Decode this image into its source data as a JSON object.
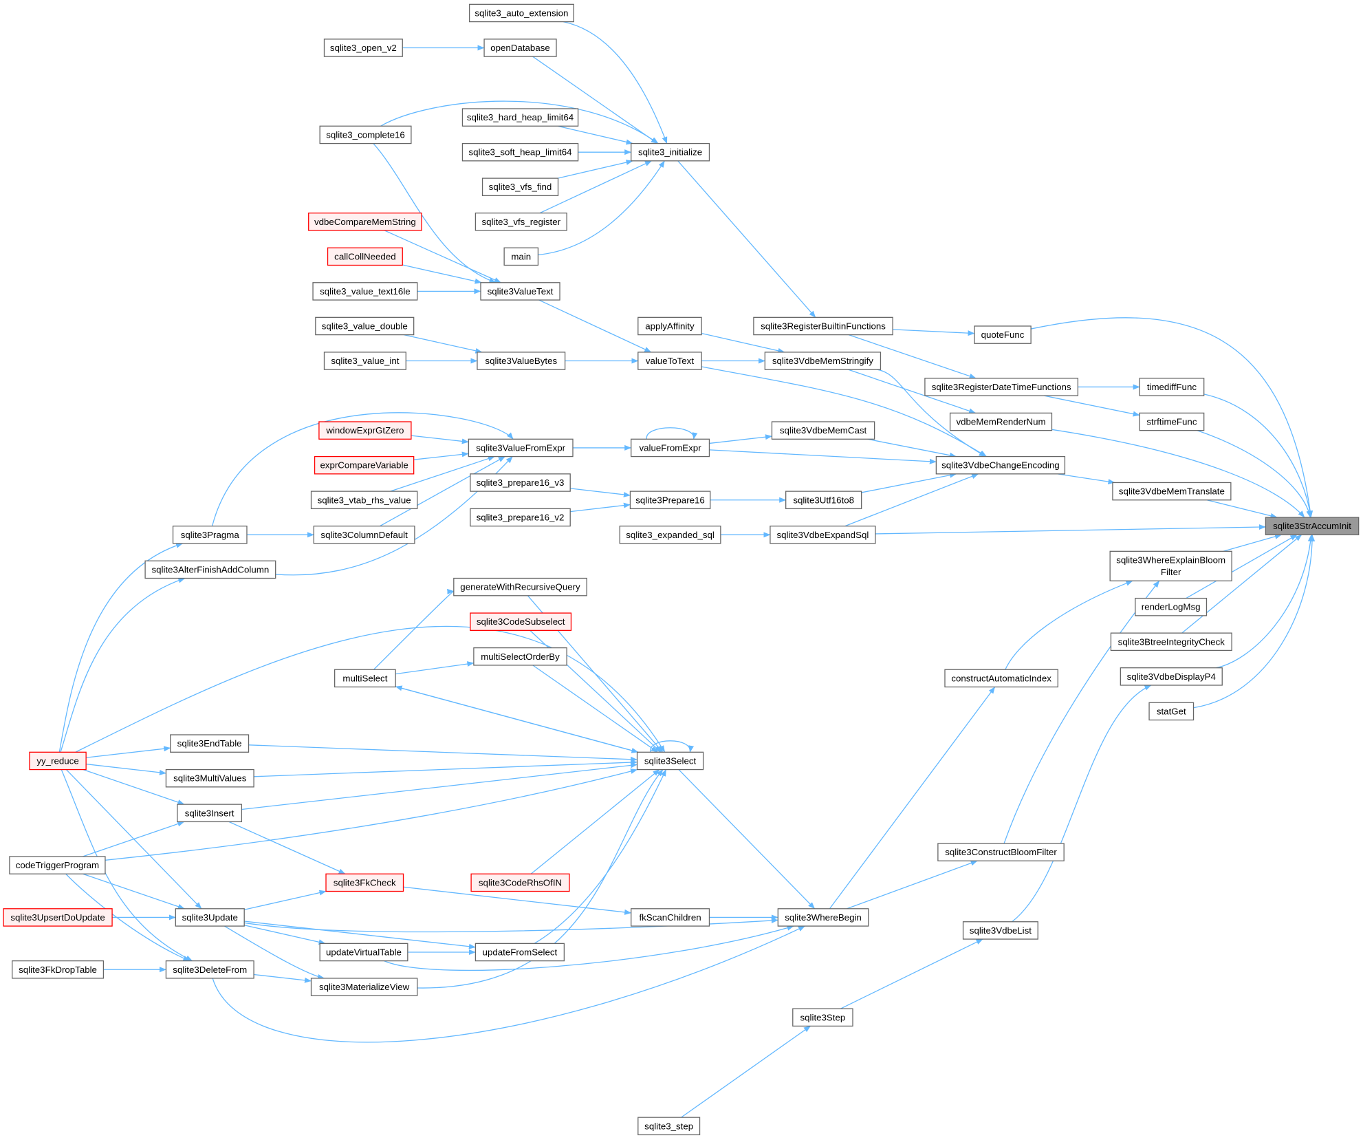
{
  "colors": {
    "edge": "#63b8ff",
    "normal_fill": "#ffffff",
    "normal_stroke": "#666666",
    "truncated_fill": "#fff0f0",
    "truncated_stroke": "#ff0000",
    "root_fill": "#999999",
    "root_stroke": "#666666"
  },
  "root": "StrAccumInit",
  "nodes": {
    "auto_ext": "sqlite3_auto_extension",
    "open_v2": "sqlite3_open_v2",
    "openDatabase": "openDatabase",
    "complete16": "sqlite3_complete16",
    "hard_heap": "sqlite3_hard_heap_limit64",
    "soft_heap": "sqlite3_soft_heap_limit64",
    "initialize": "sqlite3_initialize",
    "vfs_find": "sqlite3_vfs_find",
    "vfs_register": "sqlite3_vfs_register",
    "main": "main",
    "vdbeCompareMemString": "vdbeCompareMemString",
    "callCollNeeded": "callCollNeeded",
    "value_text16le": "sqlite3_value_text16le",
    "ValueText": "sqlite3ValueText",
    "value_double": "sqlite3_value_double",
    "value_int": "sqlite3_value_int",
    "ValueBytes": "sqlite3ValueBytes",
    "applyAffinity": "applyAffinity",
    "valueToText": "valueToText",
    "RegisterBuiltinFunctions": "sqlite3RegisterBuiltinFunctions",
    "VdbeMemStringify": "sqlite3VdbeMemStringify",
    "quoteFunc": "quoteFunc",
    "RegisterDateTimeFunctions": "sqlite3RegisterDateTimeFunctions",
    "timediffFunc": "timediffFunc",
    "vdbeMemRenderNum": "vdbeMemRenderNum",
    "strftimeFunc": "strftimeFunc",
    "windowExprGtZero": "windowExprGtZero",
    "ValueFromExpr": "sqlite3ValueFromExpr",
    "valueFromExpr": "valueFromExpr",
    "VdbeMemCast": "sqlite3VdbeMemCast",
    "exprCompareVariable": "exprCompareVariable",
    "VdbeChangeEncoding": "sqlite3VdbeChangeEncoding",
    "vtab_rhs_value": "sqlite3_vtab_rhs_value",
    "prepare16_v3": "sqlite3_prepare16_v3",
    "Prepare16": "sqlite3Prepare16",
    "Utf16to8": "sqlite3Utf16to8",
    "VdbeMemTranslate": "sqlite3VdbeMemTranslate",
    "prepare16_v2": "sqlite3_prepare16_v2",
    "Pragma": "sqlite3Pragma",
    "ColumnDefault": "sqlite3ColumnDefault",
    "expanded_sql": "sqlite3_expanded_sql",
    "VdbeExpandSql": "sqlite3VdbeExpandSql",
    "StrAccumInit": "sqlite3StrAccumInit",
    "WhereExplainBloom": "sqlite3WhereExplainBloom Filter",
    "AlterFinishAddColumn": "sqlite3AlterFinishAddColumn",
    "genRecursive": "generateWithRecursiveQuery",
    "renderLogMsg": "renderLogMsg",
    "CodeSubselect": "sqlite3CodeSubselect",
    "BtreeIntegrityCheck": "sqlite3BtreeIntegrityCheck",
    "multiSelectOrderBy": "multiSelectOrderBy",
    "VdbeDisplayP4": "sqlite3VdbeDisplayP4",
    "multiSelect": "multiSelect",
    "constructAutomaticIndex": "constructAutomaticIndex",
    "statGet": "statGet",
    "EndTable": "sqlite3EndTable",
    "yy_reduce": "yy_reduce",
    "Select": "sqlite3Select",
    "MultiValues": "sqlite3MultiValues",
    "Insert": "sqlite3Insert",
    "ConstructBloomFilter": "sqlite3ConstructBloomFilter",
    "codeTriggerProgram": "codeTriggerProgram",
    "FkCheck": "sqlite3FkCheck",
    "CodeRhsOfIN": "sqlite3CodeRhsOfIN",
    "UpsertDoUpdate": "sqlite3UpsertDoUpdate",
    "Update": "sqlite3Update",
    "fkScanChildren": "fkScanChildren",
    "WhereBegin": "sqlite3WhereBegin",
    "VdbeList": "sqlite3VdbeList",
    "updateVirtualTable": "updateVirtualTable",
    "updateFromSelect": "updateFromSelect",
    "FkDropTable": "sqlite3FkDropTable",
    "DeleteFrom": "sqlite3DeleteFrom",
    "MaterializeView": "sqlite3MaterializeView",
    "Step": "sqlite3Step",
    "step": "sqlite3_step"
  },
  "truncated": [
    "vdbeCompareMemString",
    "callCollNeeded",
    "windowExprGtZero",
    "exprCompareVariable",
    "CodeSubselect",
    "yy_reduce",
    "FkCheck",
    "CodeRhsOfIN",
    "UpsertDoUpdate"
  ],
  "edges": [
    [
      "auto_ext",
      "initialize"
    ],
    [
      "open_v2",
      "openDatabase"
    ],
    [
      "openDatabase",
      "initialize"
    ],
    [
      "complete16",
      "initialize"
    ],
    [
      "hard_heap",
      "initialize"
    ],
    [
      "soft_heap",
      "initialize"
    ],
    [
      "vfs_find",
      "initialize"
    ],
    [
      "vfs_register",
      "initialize"
    ],
    [
      "main",
      "initialize"
    ],
    [
      "initialize",
      "RegisterBuiltinFunctions"
    ],
    [
      "complete16",
      "ValueText"
    ],
    [
      "vdbeCompareMemString",
      "ValueText"
    ],
    [
      "callCollNeeded",
      "ValueText"
    ],
    [
      "value_text16le",
      "ValueText"
    ],
    [
      "ValueText",
      "valueToText"
    ],
    [
      "value_double",
      "ValueBytes"
    ],
    [
      "value_int",
      "ValueBytes"
    ],
    [
      "ValueBytes",
      "valueToText"
    ],
    [
      "applyAffinity",
      "VdbeMemStringify"
    ],
    [
      "valueToText",
      "VdbeMemStringify"
    ],
    [
      "valueToText",
      "VdbeChangeEncoding"
    ],
    [
      "VdbeMemStringify",
      "VdbeChangeEncoding"
    ],
    [
      "RegisterBuiltinFunctions",
      "quoteFunc"
    ],
    [
      "RegisterBuiltinFunctions",
      "RegisterDateTimeFunctions"
    ],
    [
      "RegisterDateTimeFunctions",
      "timediffFunc"
    ],
    [
      "RegisterDateTimeFunctions",
      "strftimeFunc"
    ],
    [
      "VdbeMemStringify",
      "vdbeMemRenderNum"
    ],
    [
      "quoteFunc",
      "StrAccumInit"
    ],
    [
      "timediffFunc",
      "StrAccumInit"
    ],
    [
      "strftimeFunc",
      "StrAccumInit"
    ],
    [
      "vdbeMemRenderNum",
      "StrAccumInit"
    ],
    [
      "windowExprGtZero",
      "ValueFromExpr"
    ],
    [
      "exprCompareVariable",
      "ValueFromExpr"
    ],
    [
      "vtab_rhs_value",
      "ValueFromExpr"
    ],
    [
      "ColumnDefault",
      "ValueFromExpr"
    ],
    [
      "Pragma",
      "ValueFromExpr"
    ],
    [
      "AlterFinishAddColumn",
      "ValueFromExpr"
    ],
    [
      "ValueFromExpr",
      "valueFromExpr"
    ],
    [
      "valueFromExpr",
      "valueFromExpr"
    ],
    [
      "valueFromExpr",
      "VdbeMemCast"
    ],
    [
      "valueFromExpr",
      "VdbeChangeEncoding"
    ],
    [
      "VdbeMemCast",
      "VdbeChangeEncoding"
    ],
    [
      "prepare16_v3",
      "Prepare16"
    ],
    [
      "prepare16_v2",
      "Prepare16"
    ],
    [
      "Prepare16",
      "Utf16to8"
    ],
    [
      "Utf16to8",
      "VdbeChangeEncoding"
    ],
    [
      "VdbeChangeEncoding",
      "VdbeMemTranslate"
    ],
    [
      "VdbeMemTranslate",
      "StrAccumInit"
    ],
    [
      "Pragma",
      "ColumnDefault"
    ],
    [
      "expanded_sql",
      "VdbeExpandSql"
    ],
    [
      "VdbeExpandSql",
      "VdbeChangeEncoding"
    ],
    [
      "VdbeExpandSql",
      "StrAccumInit"
    ],
    [
      "WhereExplainBloom",
      "StrAccumInit"
    ],
    [
      "renderLogMsg",
      "StrAccumInit"
    ],
    [
      "BtreeIntegrityCheck",
      "StrAccumInit"
    ],
    [
      "VdbeDisplayP4",
      "StrAccumInit"
    ],
    [
      "statGet",
      "StrAccumInit"
    ],
    [
      "yy_reduce",
      "Pragma"
    ],
    [
      "yy_reduce",
      "AlterFinishAddColumn"
    ],
    [
      "genRecursive",
      "Select"
    ],
    [
      "multiSelect",
      "genRecursive"
    ],
    [
      "CodeSubselect",
      "Select"
    ],
    [
      "multiSelectOrderBy",
      "Select"
    ],
    [
      "multiSelect",
      "multiSelectOrderBy"
    ],
    [
      "multiSelect",
      "Select"
    ],
    [
      "Select",
      "multiSelect"
    ],
    [
      "Select",
      "Select"
    ],
    [
      "yy_reduce",
      "Select"
    ],
    [
      "EndTable",
      "Select"
    ],
    [
      "MultiValues",
      "Select"
    ],
    [
      "Insert",
      "Select"
    ],
    [
      "codeTriggerProgram",
      "Select"
    ],
    [
      "yy_reduce",
      "EndTable"
    ],
    [
      "yy_reduce",
      "MultiValues"
    ],
    [
      "yy_reduce",
      "Insert"
    ],
    [
      "codeTriggerProgram",
      "Insert"
    ],
    [
      "Insert",
      "FkCheck"
    ],
    [
      "yy_reduce",
      "Update"
    ],
    [
      "yy_reduce",
      "DeleteFrom"
    ],
    [
      "codeTriggerProgram",
      "Update"
    ],
    [
      "codeTriggerProgram",
      "DeleteFrom"
    ],
    [
      "UpsertDoUpdate",
      "Update"
    ],
    [
      "Update",
      "FkCheck"
    ],
    [
      "FkCheck",
      "fkScanChildren"
    ],
    [
      "CodeRhsOfIN",
      "Select"
    ],
    [
      "Update",
      "updateVirtualTable"
    ],
    [
      "Update",
      "updateFromSelect"
    ],
    [
      "updateVirtualTable",
      "updateFromSelect"
    ],
    [
      "Update",
      "MaterializeView"
    ],
    [
      "Update",
      "WhereBegin"
    ],
    [
      "updateFromSelect",
      "Select"
    ],
    [
      "FkDropTable",
      "DeleteFrom"
    ],
    [
      "DeleteFrom",
      "MaterializeView"
    ],
    [
      "DeleteFrom",
      "WhereBegin"
    ],
    [
      "MaterializeView",
      "Select"
    ],
    [
      "updateVirtualTable",
      "WhereBegin"
    ],
    [
      "Select",
      "WhereBegin"
    ],
    [
      "fkScanChildren",
      "WhereBegin"
    ],
    [
      "WhereBegin",
      "constructAutomaticIndex"
    ],
    [
      "WhereBegin",
      "ConstructBloomFilter"
    ],
    [
      "constructAutomaticIndex",
      "WhereExplainBloom"
    ],
    [
      "ConstructBloomFilter",
      "WhereExplainBloom"
    ],
    [
      "VdbeList",
      "VdbeDisplayP4"
    ],
    [
      "Step",
      "VdbeList"
    ],
    [
      "step",
      "Step"
    ]
  ]
}
